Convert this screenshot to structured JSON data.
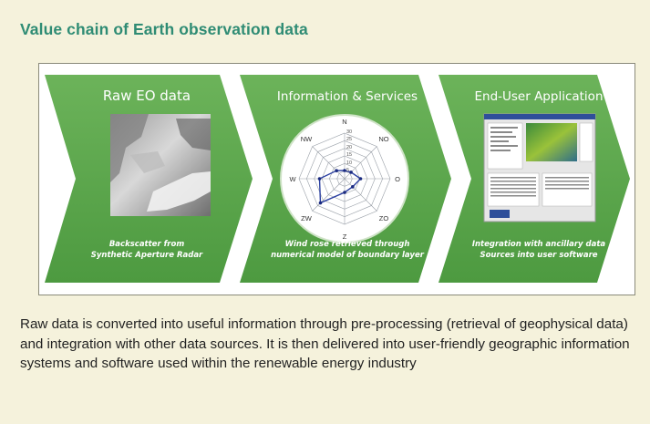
{
  "title": "Value chain of Earth observation data",
  "stages": [
    {
      "heading": "Raw EO data",
      "sub_line1": "Backscatter from",
      "sub_line2": "Synthetic Aperture Radar"
    },
    {
      "heading": "Information & Services",
      "sub_line1": "Wind rose retrieved through",
      "sub_line2": "numerical model of boundary layer"
    },
    {
      "heading": "End-User Application",
      "sub_line1": "Integration with ancillary data",
      "sub_line2": "Sources into user software"
    }
  ],
  "wind_rose": {
    "directions": [
      "N",
      "NO",
      "O",
      "ZO",
      "Z",
      "ZW",
      "W",
      "NW"
    ],
    "ring_values": [
      "30",
      "25",
      "20",
      "15",
      "10",
      "5"
    ],
    "fraction": [
      0.18,
      0.2,
      0.35,
      0.25,
      0.3,
      0.75,
      0.55,
      0.25
    ]
  },
  "colors": {
    "background": "#f5f2dc",
    "title": "#2f8c74",
    "arrow_green": "#5aa54a",
    "arrow_green_dark": "#3f8a3a"
  },
  "caption": "Raw data is converted into useful information through pre-processing (retrieval of geophysical data) and integration with other data sources. It is then delivered into user-friendly geographic information systems and software used within the renewable energy industry"
}
